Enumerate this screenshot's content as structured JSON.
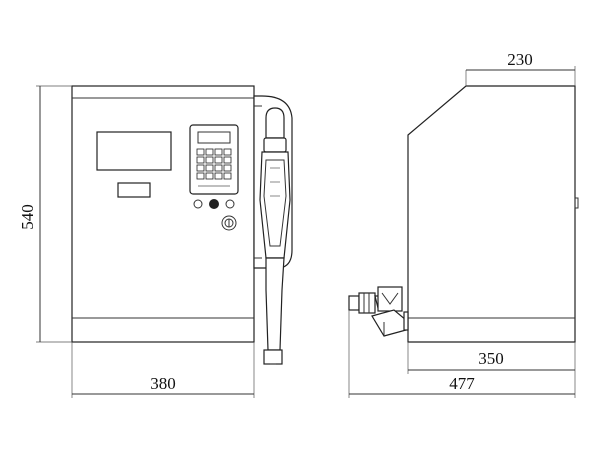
{
  "dimensions": {
    "front_height": "540",
    "front_width": "380",
    "side_top_width": "230",
    "side_body_width": "350",
    "side_total_width": "477"
  },
  "icons": [
    "keypad-icon",
    "nozzle-icon",
    "pipe-connector-icon"
  ],
  "colors": {
    "line": "#333333",
    "background": "#ffffff"
  }
}
